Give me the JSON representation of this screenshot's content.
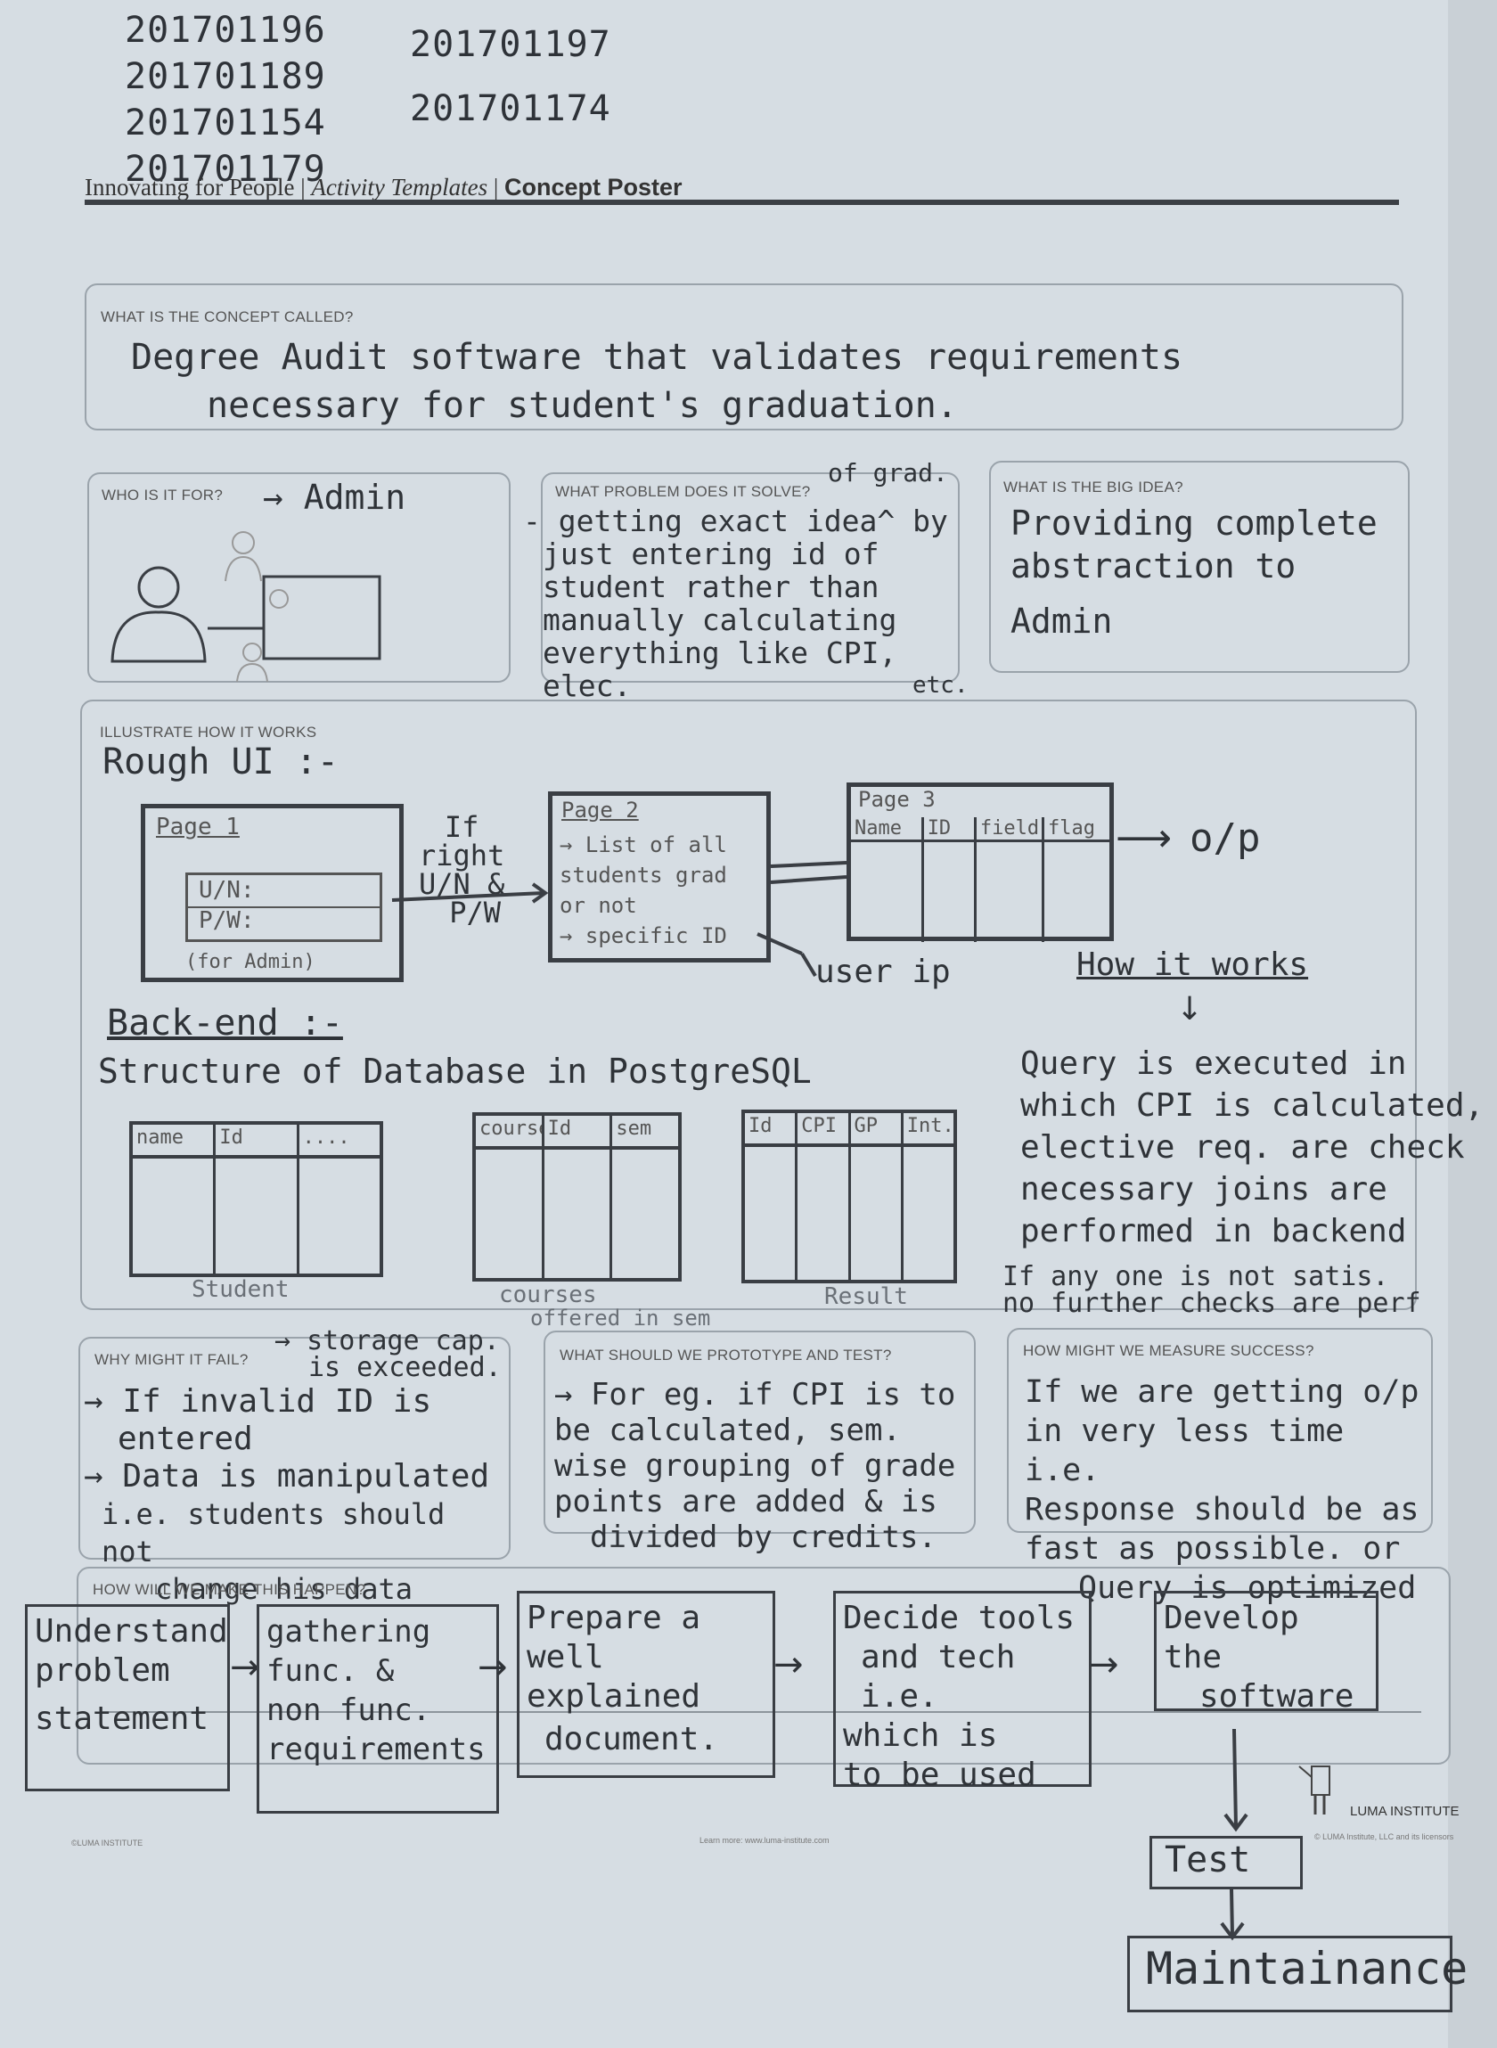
{
  "student_ids": {
    "left": [
      "201701196",
      "201701189",
      "201701154",
      "201701179"
    ],
    "right": [
      "201701197",
      "201701174"
    ]
  },
  "header": {
    "part1": "Innovating for People",
    "sep": "|",
    "part2": "Activity Templates",
    "part3": "Concept Poster"
  },
  "concept": {
    "label": "WHAT IS THE CONCEPT CALLED?",
    "line1": "Degree Audit software that validates requirements",
    "line2": "necessary for student's graduation."
  },
  "who": {
    "label": "WHO IS IT FOR?",
    "answer": "→ Admin"
  },
  "problem": {
    "label": "WHAT PROBLEM DOES IT SOLVE?",
    "insert": "of grad.",
    "lines": [
      "- getting exact idea^ by",
      "just entering id of",
      "student rather than",
      "manually calculating",
      "everything like CPI, elec."
    ],
    "tail": "etc."
  },
  "big_idea": {
    "label": "WHAT IS THE BIG IDEA?",
    "lines": [
      "Providing complete",
      "abstraction to",
      "Admin"
    ]
  },
  "illustrate": {
    "label": "ILLUSTRATE HOW IT WORKS",
    "title": "Rough UI :-",
    "page1": {
      "title": "Page 1",
      "un": "U/N:",
      "pw": "P/W:",
      "note": "(for Admin)"
    },
    "arrow_note": [
      "If",
      "right",
      "U/N &",
      "P/W"
    ],
    "page2": {
      "title": "Page 2",
      "lines": [
        "→ List of all",
        "students grad",
        "or not",
        "→ specific ID"
      ]
    },
    "page3": {
      "title": "Page 3",
      "cols": [
        "Name",
        "ID",
        "field",
        "flag"
      ]
    },
    "output": "o/p",
    "user_ip": "user ip",
    "how_title": "How it works",
    "how_lines": [
      "Query is executed in",
      "which CPI is calculated,",
      "elective req. are check",
      "necessary joins are",
      "performed in backend"
    ],
    "if_lines": [
      "If any one is not satis.",
      "no further checks are perf"
    ],
    "backend_title": "Back-end :-",
    "db_title": "Structure of Database in PostgreSQL",
    "tables": [
      {
        "cols": [
          "name",
          "Id",
          "...."
        ],
        "caption": "Student"
      },
      {
        "cols": [
          "course",
          "Id",
          "sem"
        ],
        "caption": "courses"
      },
      {
        "cols": [
          "Id",
          "CPI",
          "GP",
          "Int."
        ],
        "caption": "Result"
      }
    ],
    "courses_sub": "offered in sem"
  },
  "fail": {
    "label": "WHY MIGHT IT FAIL?",
    "top": [
      "→ storage cap.",
      "is exceeded."
    ],
    "lines": [
      "→ If invalid ID is",
      "entered",
      "→ Data is manipulated",
      "i.e. students should not",
      "change his data"
    ]
  },
  "prototype": {
    "label": "WHAT SHOULD WE PROTOTYPE AND TEST?",
    "lines": [
      "→ For eg. if CPI is to",
      "be calculated, sem.",
      "wise grouping of grade",
      "points are added & is",
      "divided by credits."
    ]
  },
  "measure": {
    "label": "HOW MIGHT WE MEASURE SUCCESS?",
    "lines": [
      "If we are getting o/p",
      "in very less time i.e.",
      "Response should be as",
      "fast as possible. or",
      "Query is optimized"
    ]
  },
  "happen": {
    "label": "HOW WILL WE MAKE THIS HAPPEN?",
    "steps": [
      [
        "Understand",
        "problem",
        "statement"
      ],
      [
        "gathering",
        "func. &",
        "non func.",
        "requirements"
      ],
      [
        "Prepare a",
        "well explained",
        "document."
      ],
      [
        "Decide tools",
        "and tech i.e.",
        "which is",
        "to be used"
      ],
      [
        "Develop the",
        "software"
      ]
    ],
    "test": "Test",
    "maintenance": "Maintainance"
  },
  "footer": {
    "brand": "LUMA INSTITUTE",
    "left_small": "©LUMA INSTITUTE",
    "mid_small": "Learn more: www.luma-institute.com",
    "right_small": "© LUMA Institute, LLC and its licensors"
  }
}
